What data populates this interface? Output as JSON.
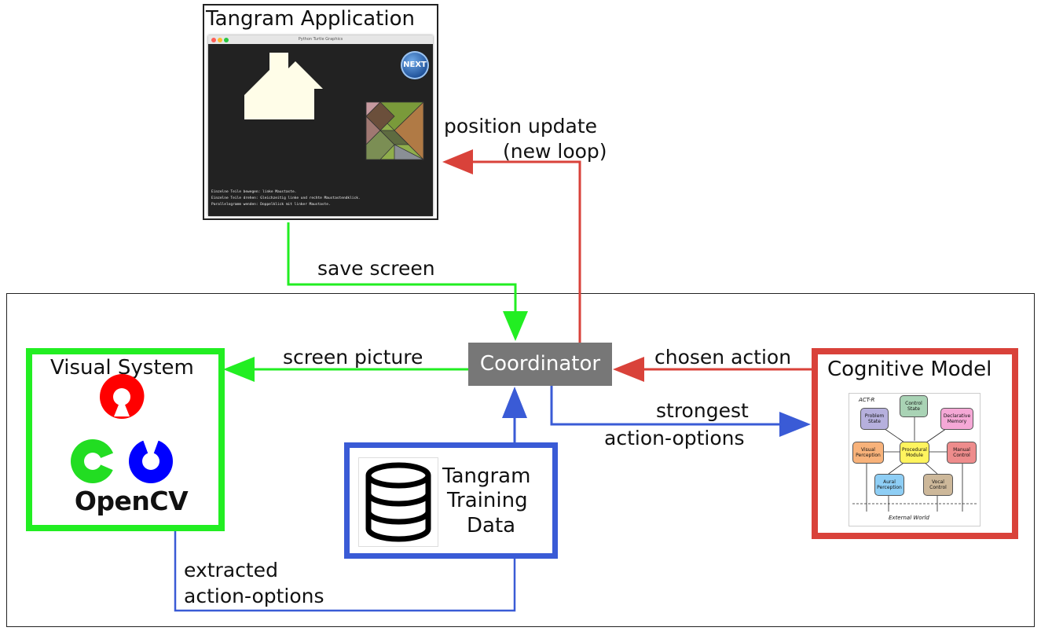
{
  "colors": {
    "green": "#22ee22",
    "red": "#d9423a",
    "blue": "#3a5bd6",
    "coordinator_bg": "#777777"
  },
  "tangram_app": {
    "title": "Tangram Application",
    "window_title": "Python Turtle Graphics",
    "next_button": "NEXT",
    "instructions": [
      "Einzelne Teile bewegen: linke Maustaste.",
      "Einzelne Teile drehen: Gleichzeitig linke und rechte Maustastendklick.",
      "Parallelogramm wenden: Doppelklick mit linker Maustaste."
    ]
  },
  "coordinator": {
    "label": "Coordinator"
  },
  "visual_system": {
    "title": "Visual System",
    "logo_text": "OpenCV",
    "logo_icon": "opencv-logo-icon"
  },
  "cognitive_model": {
    "title": "Cognitive Model",
    "figure": {
      "label": "ACT-R",
      "modules": {
        "problem_state": "Problem State",
        "control_state": "Control State",
        "declarative_memory": "Declarative Memory",
        "visual_perception": "Visual Perception",
        "procedural_module": "Procedural Module",
        "manual_control": "Manual Control",
        "aural_perception": "Aural Perception",
        "vocal_control": "Vocal Control"
      },
      "external_world": "External World"
    }
  },
  "training_data": {
    "title_line1": "Tangram",
    "title_line2": "Training",
    "title_line3": "Data",
    "icon": "database-icon"
  },
  "edges": {
    "save_screen": "save screen",
    "position_update_line1": "position update",
    "position_update_line2": "(new loop)",
    "screen_picture": "screen picture",
    "chosen_action": "chosen action",
    "strongest_line1": "strongest",
    "strongest_line2": "action-options",
    "extracted_line1": "extracted",
    "extracted_line2": "action-options"
  }
}
